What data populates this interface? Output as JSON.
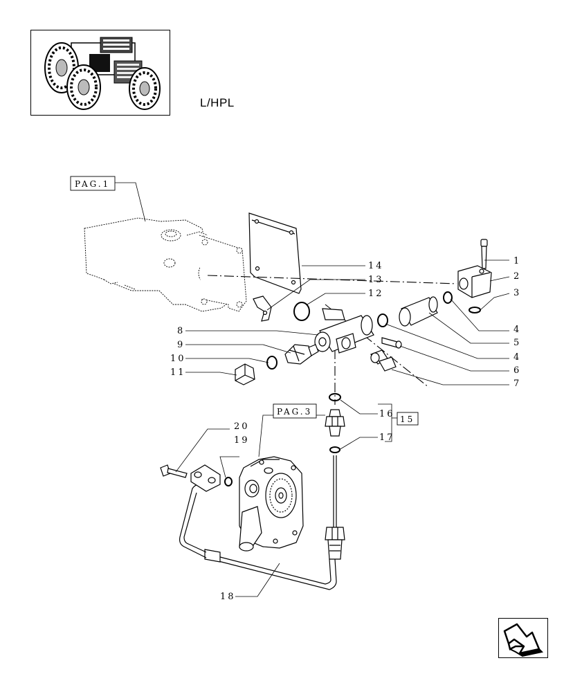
{
  "header": {
    "variant_code": "L/HPL"
  },
  "references": {
    "pag1": "PAG.1",
    "pag3": "PAG.3",
    "group_15": "15"
  },
  "callouts": [
    {
      "id": "1",
      "text": "1"
    },
    {
      "id": "2",
      "text": "2"
    },
    {
      "id": "3",
      "text": "3"
    },
    {
      "id": "4a",
      "text": "4"
    },
    {
      "id": "5",
      "text": "5"
    },
    {
      "id": "4b",
      "text": "4"
    },
    {
      "id": "6",
      "text": "6"
    },
    {
      "id": "7",
      "text": "7"
    },
    {
      "id": "8",
      "text": "8"
    },
    {
      "id": "9",
      "text": "9"
    },
    {
      "id": "10",
      "text": "10"
    },
    {
      "id": "11",
      "text": "11"
    },
    {
      "id": "12",
      "text": "12"
    },
    {
      "id": "13",
      "text": "13"
    },
    {
      "id": "14",
      "text": "14"
    },
    {
      "id": "16",
      "text": "16"
    },
    {
      "id": "17",
      "text": "17"
    },
    {
      "id": "18",
      "text": "18"
    },
    {
      "id": "19",
      "text": "19"
    },
    {
      "id": "20",
      "text": "20"
    }
  ],
  "icons": {
    "thumbnail": "tractor-thumbnail-icon",
    "next": "next-page-arrow-icon"
  }
}
